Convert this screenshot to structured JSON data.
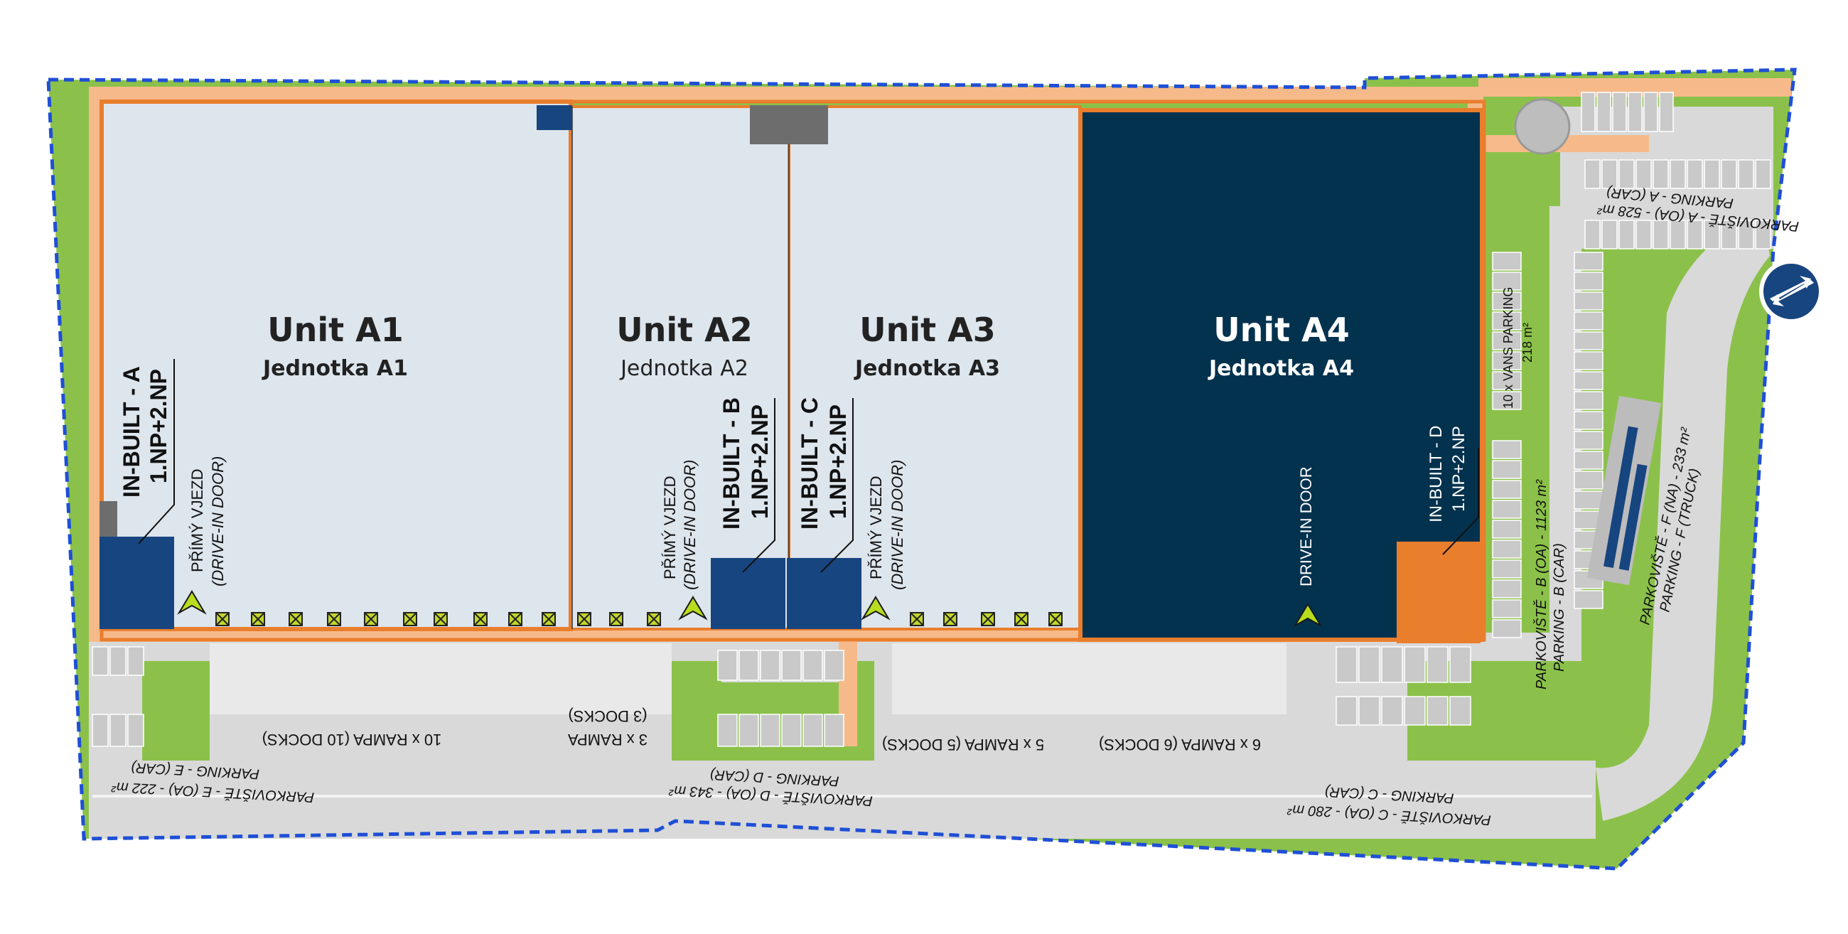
{
  "colors": {
    "grass": "#8bc14a",
    "road": "#d9d9d9",
    "path": "#f6ba8a",
    "orange": "#e97e2d",
    "hall": "#dde5ed",
    "navy": "#03324e",
    "inbuilt": "#17457f",
    "boundary": "#1f4fd6",
    "dock": "#c2d62a",
    "arrow": "#b8dc1e"
  },
  "units": [
    {
      "id": "a1",
      "title": "Unit A1",
      "subtitle": "Jednotka A1"
    },
    {
      "id": "a2",
      "title": "Unit A2",
      "subtitle": "Jednotka A2"
    },
    {
      "id": "a3",
      "title": "Unit A3",
      "subtitle": "Jednotka A3"
    },
    {
      "id": "a4",
      "title": "Unit A4",
      "subtitle": "Jednotka A4"
    }
  ],
  "inbuilt": {
    "a": {
      "line1": "IN-BUILT - A",
      "line2": "1.NP+2.NP"
    },
    "b": {
      "line1": "IN-BUILT - B",
      "line2": "1.NP+2.NP"
    },
    "c": {
      "line1": "IN-BUILT - C",
      "line2": "1.NP+2.NP"
    },
    "d": {
      "line1": "IN-BUILT - D",
      "line2": "1.NP+2.NP"
    }
  },
  "drive_in": {
    "czech": "PŘÍMÝ VJEZD",
    "english": "(DRIVE-IN DOOR)",
    "a4": "DRIVE-IN DOOR"
  },
  "ramps": {
    "r10": "10 x RAMPA (10 DOCKS)",
    "r3_line1": "3 x RAMPA",
    "r3_line2": "(3 DOCKS)",
    "r5": "5 x RAMPA (5 DOCKS)",
    "r6": "6 x RAMPA (6 DOCKS)"
  },
  "parking": {
    "a_line1": "PARKOVIŠTĚ - A (OA) - 528 m²",
    "a_line2": "PARKING - A (CAR)",
    "b_line1": "PARKOVIŠTĚ - B (OA) - 1123 m²",
    "b_line2": "PARKING - B (CAR)",
    "c_line1": "PARKOVIŠTĚ - C (OA) - 280 m²",
    "c_line2": "PARKING - C (CAR)",
    "d_line1": "PARKOVIŠTĚ - D (OA) - 343 m²",
    "d_line2": "PARKING - D (CAR)",
    "e_line1": "PARKOVIŠTĚ - E (OA) - 222 m²",
    "e_line2": "PARKING - E (CAR)",
    "f_line1": "PARKOVIŠTĚ - F (NA) - 233 m²",
    "f_line2": "PARKING - F (TRUCK)",
    "vans_line1": "10 x VANS PARKING",
    "vans_line2": "218 m²"
  },
  "icons": {
    "entry": "entry-exit-arrows-icon",
    "drive_in": "drive-in-arrow-icon",
    "dock": "dock-door-icon"
  }
}
